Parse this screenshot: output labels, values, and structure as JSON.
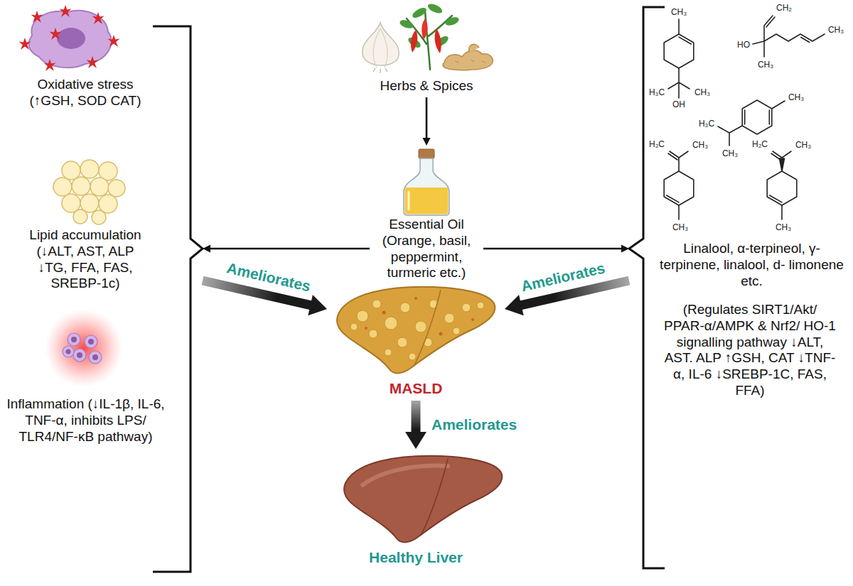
{
  "diagram": {
    "nodes": [
      {
        "text": [
          "Oxidative stress (↑GSH, SOD CAT)",
          "Lipid accumulation (↓ALT, AST, ALP ↓TG, FFA, FAS, SREBP-1c)",
          "Inflammation (↓IL-1β, IL-6, TNF-α, inhibits LPS/ TLR4/NF-κB pathway)"
        ]
      },
      {
        "text": [
          "Herbs & Spices"
        ]
      },
      {
        "text": [
          "Linalool, α-terpineol, γ- terpinene, linalool, d- limonene etc.",
          "(Regulates SIRT1/Akt/ PPAR-α/AMPK & Nrf2/ HO-1 signalling pathway ↓ALT, AST. ALP ↑GSH, CAT ↓TNF-α, IL-6 ↓SREBP-1C, FAS, FFA)"
        ]
      },
      {
        "text": [
          "Essential Oil (Orange, basil, peppermint, turmeric etc.)"
        ]
      },
      {
        "text": [
          "MASLD"
        ]
      },
      {
        "text": [
          "Healthy Liver"
        ]
      }
    ],
    "edges": [
      {
        "from": 1,
        "to": 3,
        "arrow": "to"
      },
      {
        "from": 3,
        "to": 0,
        "arrow": "to"
      },
      {
        "from": 3,
        "to": 2,
        "arrow": "to"
      },
      {
        "from": 0,
        "to": 4,
        "label": "Ameliorates",
        "arrow": "to"
      },
      {
        "from": 2,
        "to": 4,
        "label": "Ameliorates",
        "arrow": "to"
      },
      {
        "from": 4,
        "to": 5,
        "label": "Ameliorates",
        "arrow": "to"
      }
    ],
    "labels": [
      "CH₃",
      "H₃C",
      "CH₃",
      "OH",
      "CH₂",
      "HO",
      "CH₃",
      "CH₃",
      "CH₃",
      "H₃C",
      "CH₃",
      "H₂C",
      "CH₃",
      "CH₃",
      "H₂C",
      "CH₃",
      "CH₃"
    ]
  }
}
